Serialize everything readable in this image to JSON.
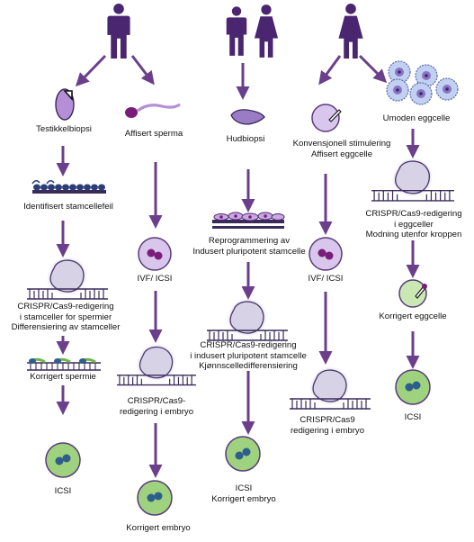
{
  "colors": {
    "arrow": "#6b3f8c",
    "person": "#4a2570",
    "cell_fill": "#d9c6ec",
    "green_cell": "#99d17a",
    "nucleus": "#2e5e8c",
    "cas9_fill": "#d7d2e6"
  },
  "icons": {
    "man": "man-icon",
    "couple": "couple-icon",
    "woman": "woman-icon",
    "cas9": "cas9-dna-icon"
  },
  "columns": {
    "testikkel": {
      "step1": "Testikkelbiopsi",
      "step2": "Identifisert stamcellefeil",
      "step3": "CRISPR/Cas9-redigering\ni stamceller for spermier\nDifferensiering av stamceller",
      "step4": "Korrigert spermie",
      "step5": "ICSI"
    },
    "sperma": {
      "step1": "Affisert sperma",
      "step2": "IVF/ ICSI",
      "step3": "CRISPR/Cas9-\nredigering i embryo",
      "step4": "Korrigert embryo"
    },
    "hud": {
      "step1": "Hudbiopsi",
      "step2": "Reprogrammering av\nIndusert pluripotent stamcelle",
      "step3": "CRISPR/Cas9-redigering\ni indusert pluripotent stamcelle\nKjønnscelledifferensiering",
      "step4": "ICSI\nKorrigert embryo"
    },
    "konvensjonell": {
      "step1": "Konvensjonell stimulering\nAffisert eggcelle",
      "step2": "IVF/ ICSI",
      "step3": "CRISPR/Cas9\nredigering i embryo"
    },
    "umoden": {
      "step1": "Umoden eggcelle",
      "step2": "CRISPR/Cas9-redigering\ni eggceller\nModning utenfor kroppen",
      "step3": "Korrigert eggcelle",
      "step4": "ICSI"
    }
  }
}
